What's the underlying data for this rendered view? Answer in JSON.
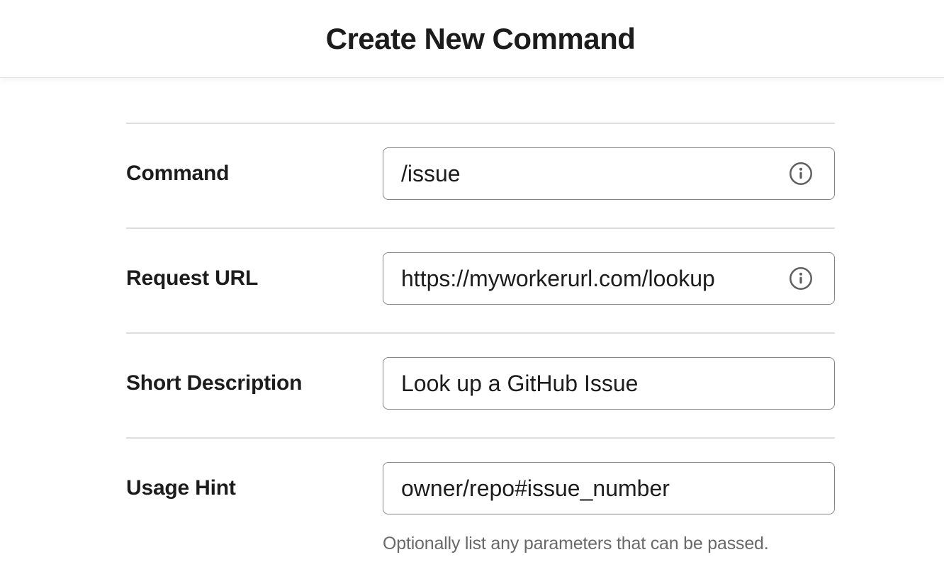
{
  "header": {
    "title": "Create New Command"
  },
  "form": {
    "fields": [
      {
        "label": "Command",
        "value": "/issue",
        "info_icon": true
      },
      {
        "label": "Request URL",
        "value": "https://myworkerurl.com/lookup",
        "info_icon": true
      },
      {
        "label": "Short Description",
        "value": "Look up a GitHub Issue",
        "info_icon": false
      },
      {
        "label": "Usage Hint",
        "value": "owner/repo#issue_number",
        "info_icon": false,
        "hint": "Optionally list any parameters that can be passed."
      }
    ]
  },
  "icons": {
    "info": "info-icon"
  },
  "colors": {
    "text": "#1d1c1d",
    "input_border": "#868686",
    "divider": "#dddddd",
    "header_border": "#e3e3e3",
    "hint_text": "#696969",
    "icon": "#616061",
    "background": "#ffffff"
  }
}
